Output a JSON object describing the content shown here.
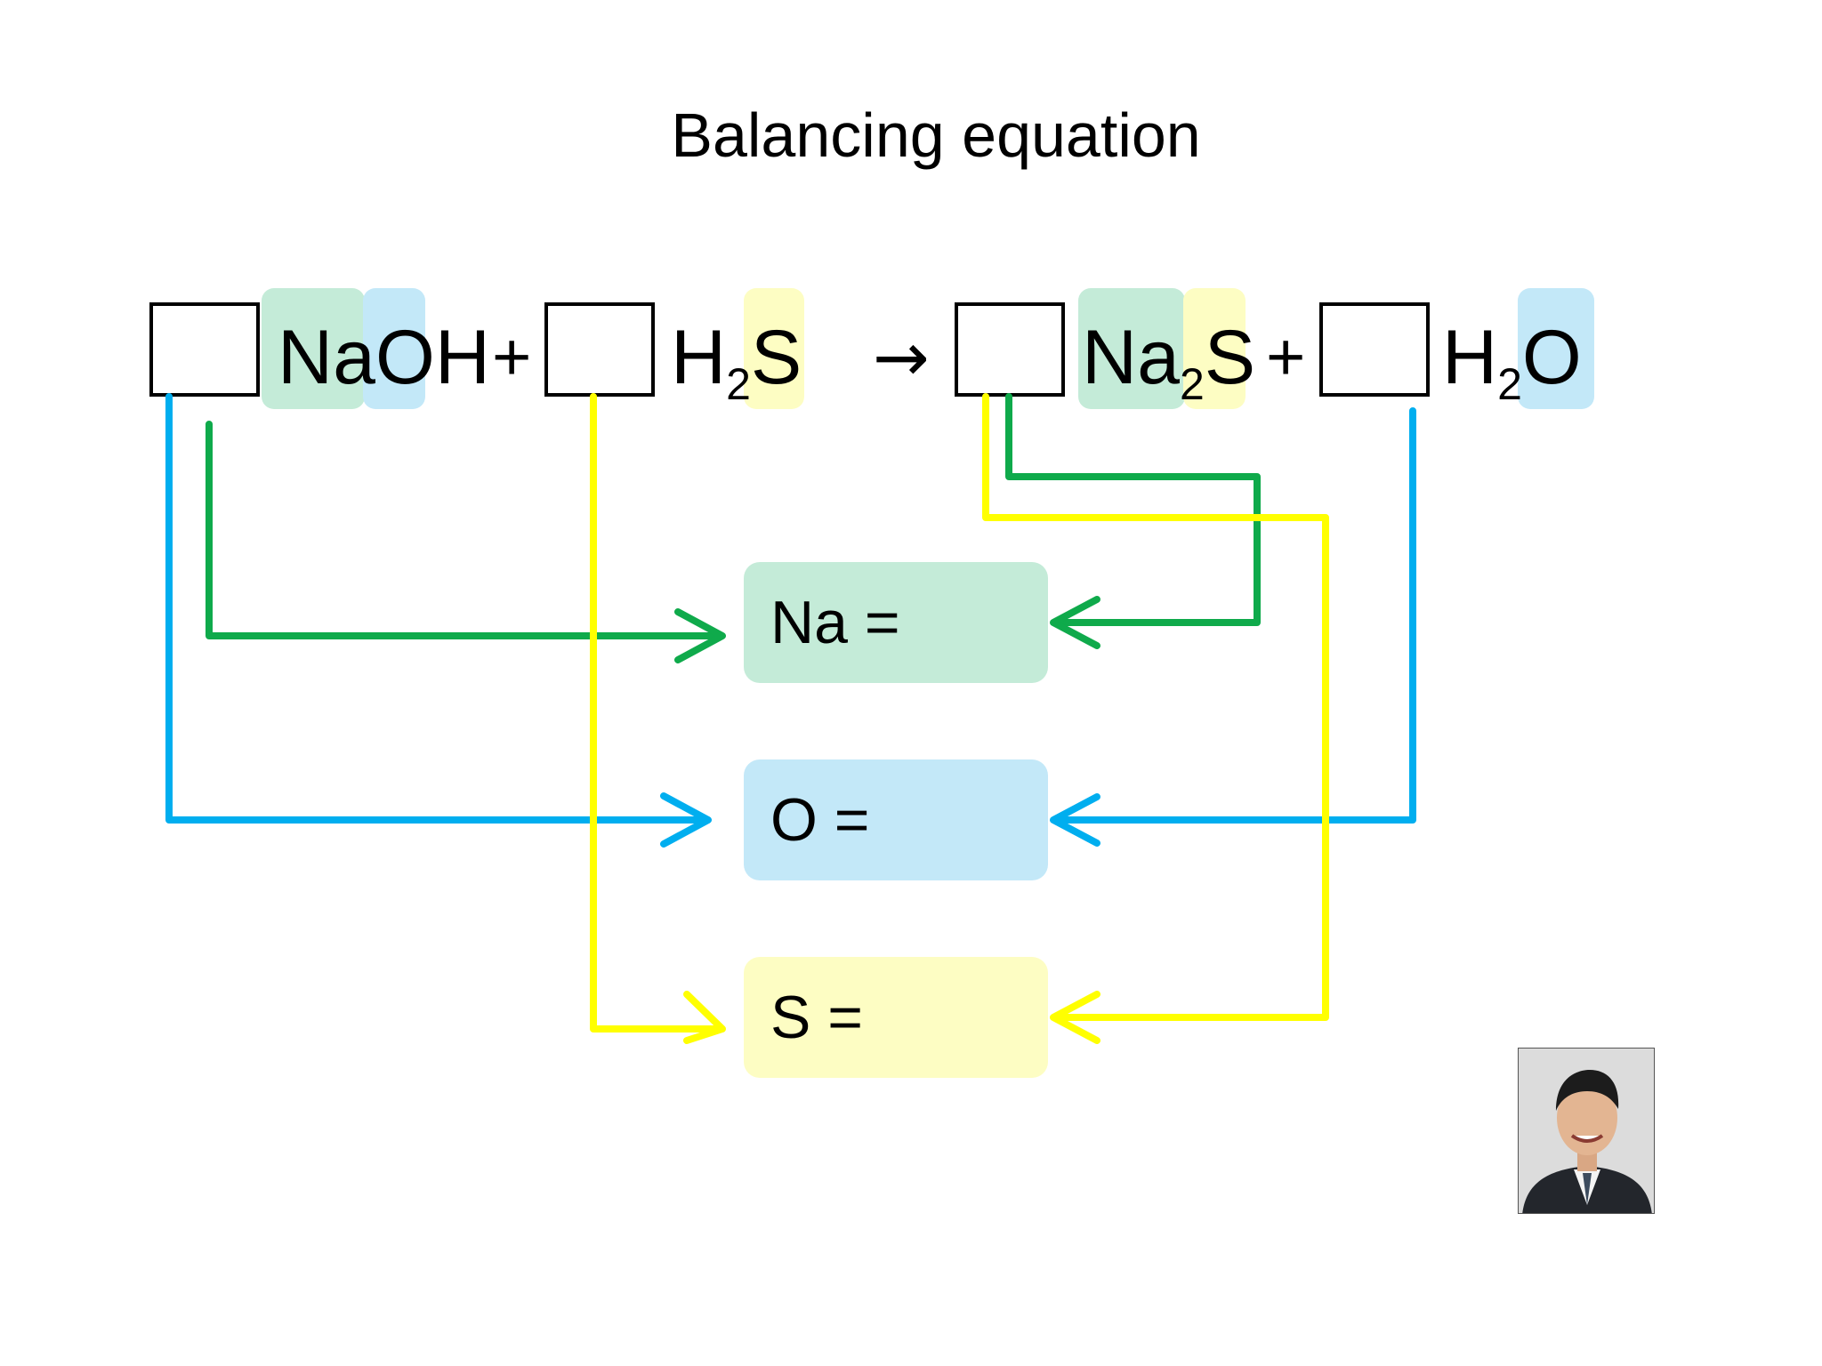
{
  "title": "Balancing equation",
  "equation": {
    "reactants": {
      "naoh": {
        "na": "Na",
        "o": "O",
        "h": "H"
      },
      "h2s": {
        "h": "H",
        "sub": "2",
        "s": "S"
      }
    },
    "plus_1": "+",
    "arrow": "→",
    "products": {
      "na2s": {
        "na": "Na",
        "sub": "2",
        "s": "S"
      },
      "h2o": {
        "h": "H",
        "sub": "2",
        "o": "O"
      }
    },
    "plus_2": "+",
    "coefficients": [
      "",
      "",
      "",
      ""
    ]
  },
  "counts": [
    {
      "label": "Na =",
      "color": "#c4ebd8",
      "line_color": "#0faa4b"
    },
    {
      "label": "O =",
      "color": "#c3e8f8",
      "line_color": "#00aeef"
    },
    {
      "label": "S =",
      "color": "#fdfdc3",
      "line_color": "#ffff00"
    }
  ],
  "photo": {
    "icon": "presenter-portrait-icon"
  }
}
